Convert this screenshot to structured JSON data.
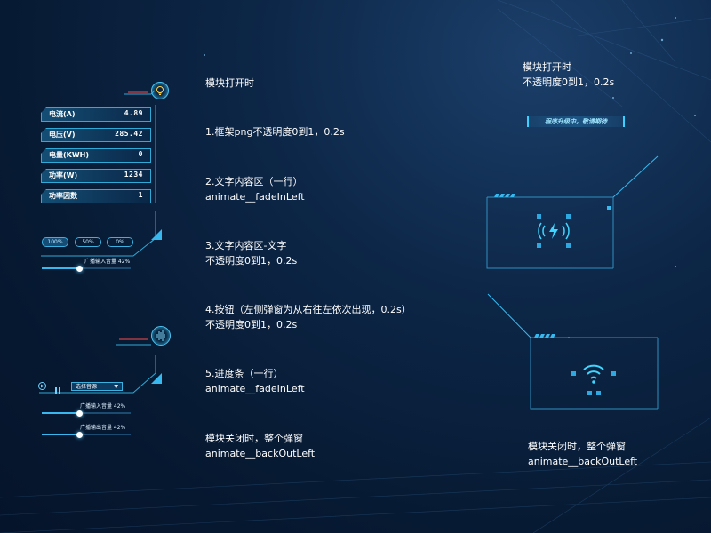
{
  "left_notes": {
    "open_title": "模块打开时",
    "step1": "1.框架png不透明度0到1，0.2s",
    "step2_line1": "2.文字内容区（一行）",
    "step2_line2": "animate__fadeInLeft",
    "step3_line1": "3.文字内容区-文字",
    "step3_line2": "不透明度0到1，0.2s",
    "step4_line1": "4.按钮（左侧弹窗为从右往左依次出现，0.2s）",
    "step4_line2": "不透明度0到1，0.2s",
    "step5_line1": "5.进度条（一行）",
    "step5_line2": "animate__fadeInLeft",
    "close_line1": "模块关闭时，整个弹窗",
    "close_line2": "animate__backOutLeft"
  },
  "right_notes": {
    "open_line1": "模块打开时",
    "open_line2": "不透明度0到1，0.2s",
    "close_line1": "模块关闭时，整个弹窗",
    "close_line2": "animate__backOutLeft",
    "status_banner": "程序升级中，敬请期待"
  },
  "power_panel": {
    "rows": [
      {
        "label": "电流(A)",
        "value": "4.89"
      },
      {
        "label": "电压(V)",
        "value": "285.42"
      },
      {
        "label": "电量(KWH)",
        "value": "0"
      },
      {
        "label": "功率(W)",
        "value": "1234"
      },
      {
        "label": "功率因数",
        "value": "1"
      }
    ],
    "buttons": [
      "100%",
      "50%",
      "0%"
    ],
    "slider_label": "广播输入音量 42%",
    "slider_value": 0.42
  },
  "audio_panel": {
    "select_value": "选择音源",
    "input_slider_label": "广播输入音量 42%",
    "input_slider_value": 0.42,
    "output_slider_label": "广播输出音量 42%",
    "output_slider_value": 0.42
  },
  "colors": {
    "accent": "#37b9f0",
    "frame": "#2fa9d6",
    "background": "#071a33"
  }
}
